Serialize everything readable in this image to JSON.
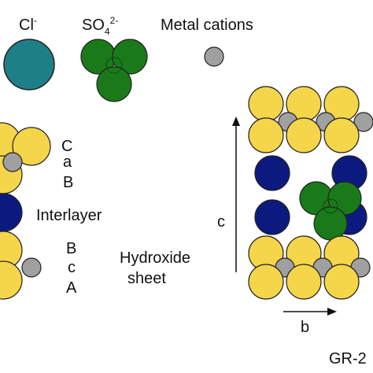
{
  "legend": {
    "chloride_label": "Cl",
    "chloride_sup": "-",
    "sulfate_label": "SO",
    "sulfate_sub": "4",
    "sulfate_sup": "2-",
    "metal_label": "Metal cations"
  },
  "left_panel": {
    "stack_top": [
      "C",
      "a",
      "B"
    ],
    "interlayer_label": "Interlayer",
    "stack_bottom": [
      "B",
      "c",
      "A"
    ],
    "hydroxide_label_line1": "Hydroxide",
    "hydroxide_label_line2": "sheet"
  },
  "right_panel": {
    "c_axis_label": "c",
    "b_axis_label": "b",
    "title": "GR-2"
  },
  "colors": {
    "chloride": "#1f7f86",
    "sulfate": "#1a7a1a",
    "metal": "#a0a0a0",
    "hydroxide": "#f5d54a",
    "interlayer_anion": "#0c1a80",
    "outline": "#222222"
  }
}
